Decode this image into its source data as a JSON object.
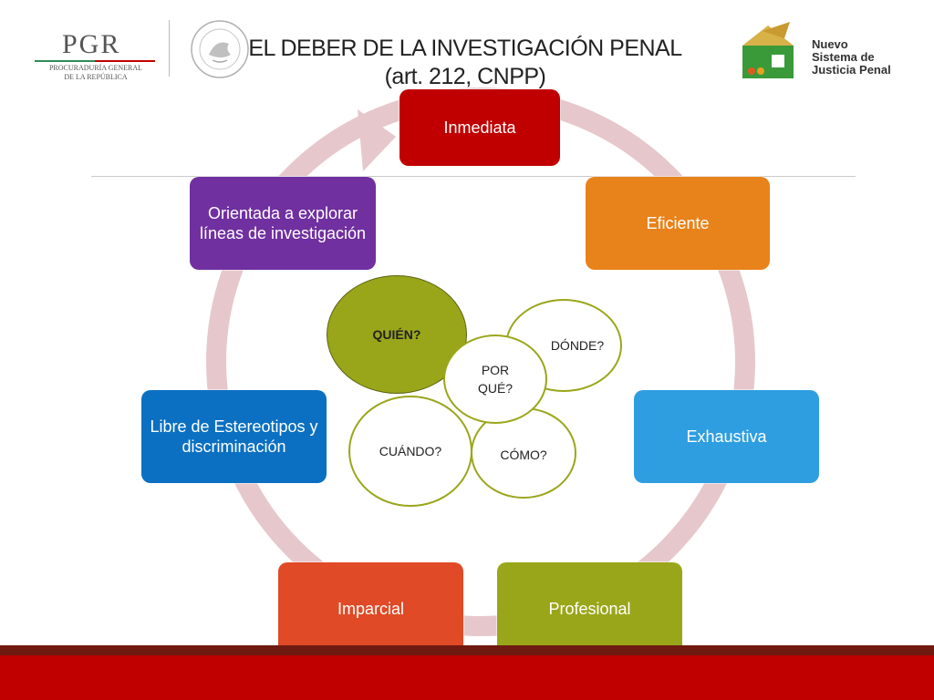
{
  "header": {
    "title_line1": "EL DEBER DE LA INVESTIGACIÓN PENAL",
    "title_line2": "(art. 212, CNPP)",
    "logo_left_text": "PGR",
    "logo_left_subtitle_1": "PROCURADURÍA GENERAL",
    "logo_left_subtitle_2": "DE LA REPÚBLICA",
    "logo_right_line1": "Nuevo",
    "logo_right_line2": "Sistema de",
    "logo_right_line3": "Justicia Penal"
  },
  "cycle": {
    "items": [
      {
        "label": "Inmediata",
        "color": "#c00000"
      },
      {
        "label": "Eficiente",
        "color": "#e8821a"
      },
      {
        "label": "Exhaustiva",
        "color": "#2e9ee0"
      },
      {
        "label": "Profesional",
        "color": "#9aa61a"
      },
      {
        "label": "Imparcial",
        "color": "#e04a26"
      },
      {
        "label": "Libre de Estereotipos y discriminación",
        "color": "#0b70c2"
      },
      {
        "label": "Orientada a explorar líneas de investigación",
        "color": "#7030a0"
      }
    ],
    "ring_color": "#e6c8cc"
  },
  "questions": {
    "quien": "QUIÉN?",
    "donde": "DÓNDE?",
    "por_que": "POR QUÉ?",
    "cuando": "CUÁNDO?",
    "como": "CÓMO?",
    "circle_border_color": "#9aa61a",
    "quien_fill": "#9aa61a"
  },
  "footer": {
    "dark_band_color": "#6f1a10",
    "red_band_color": "#c00000"
  }
}
